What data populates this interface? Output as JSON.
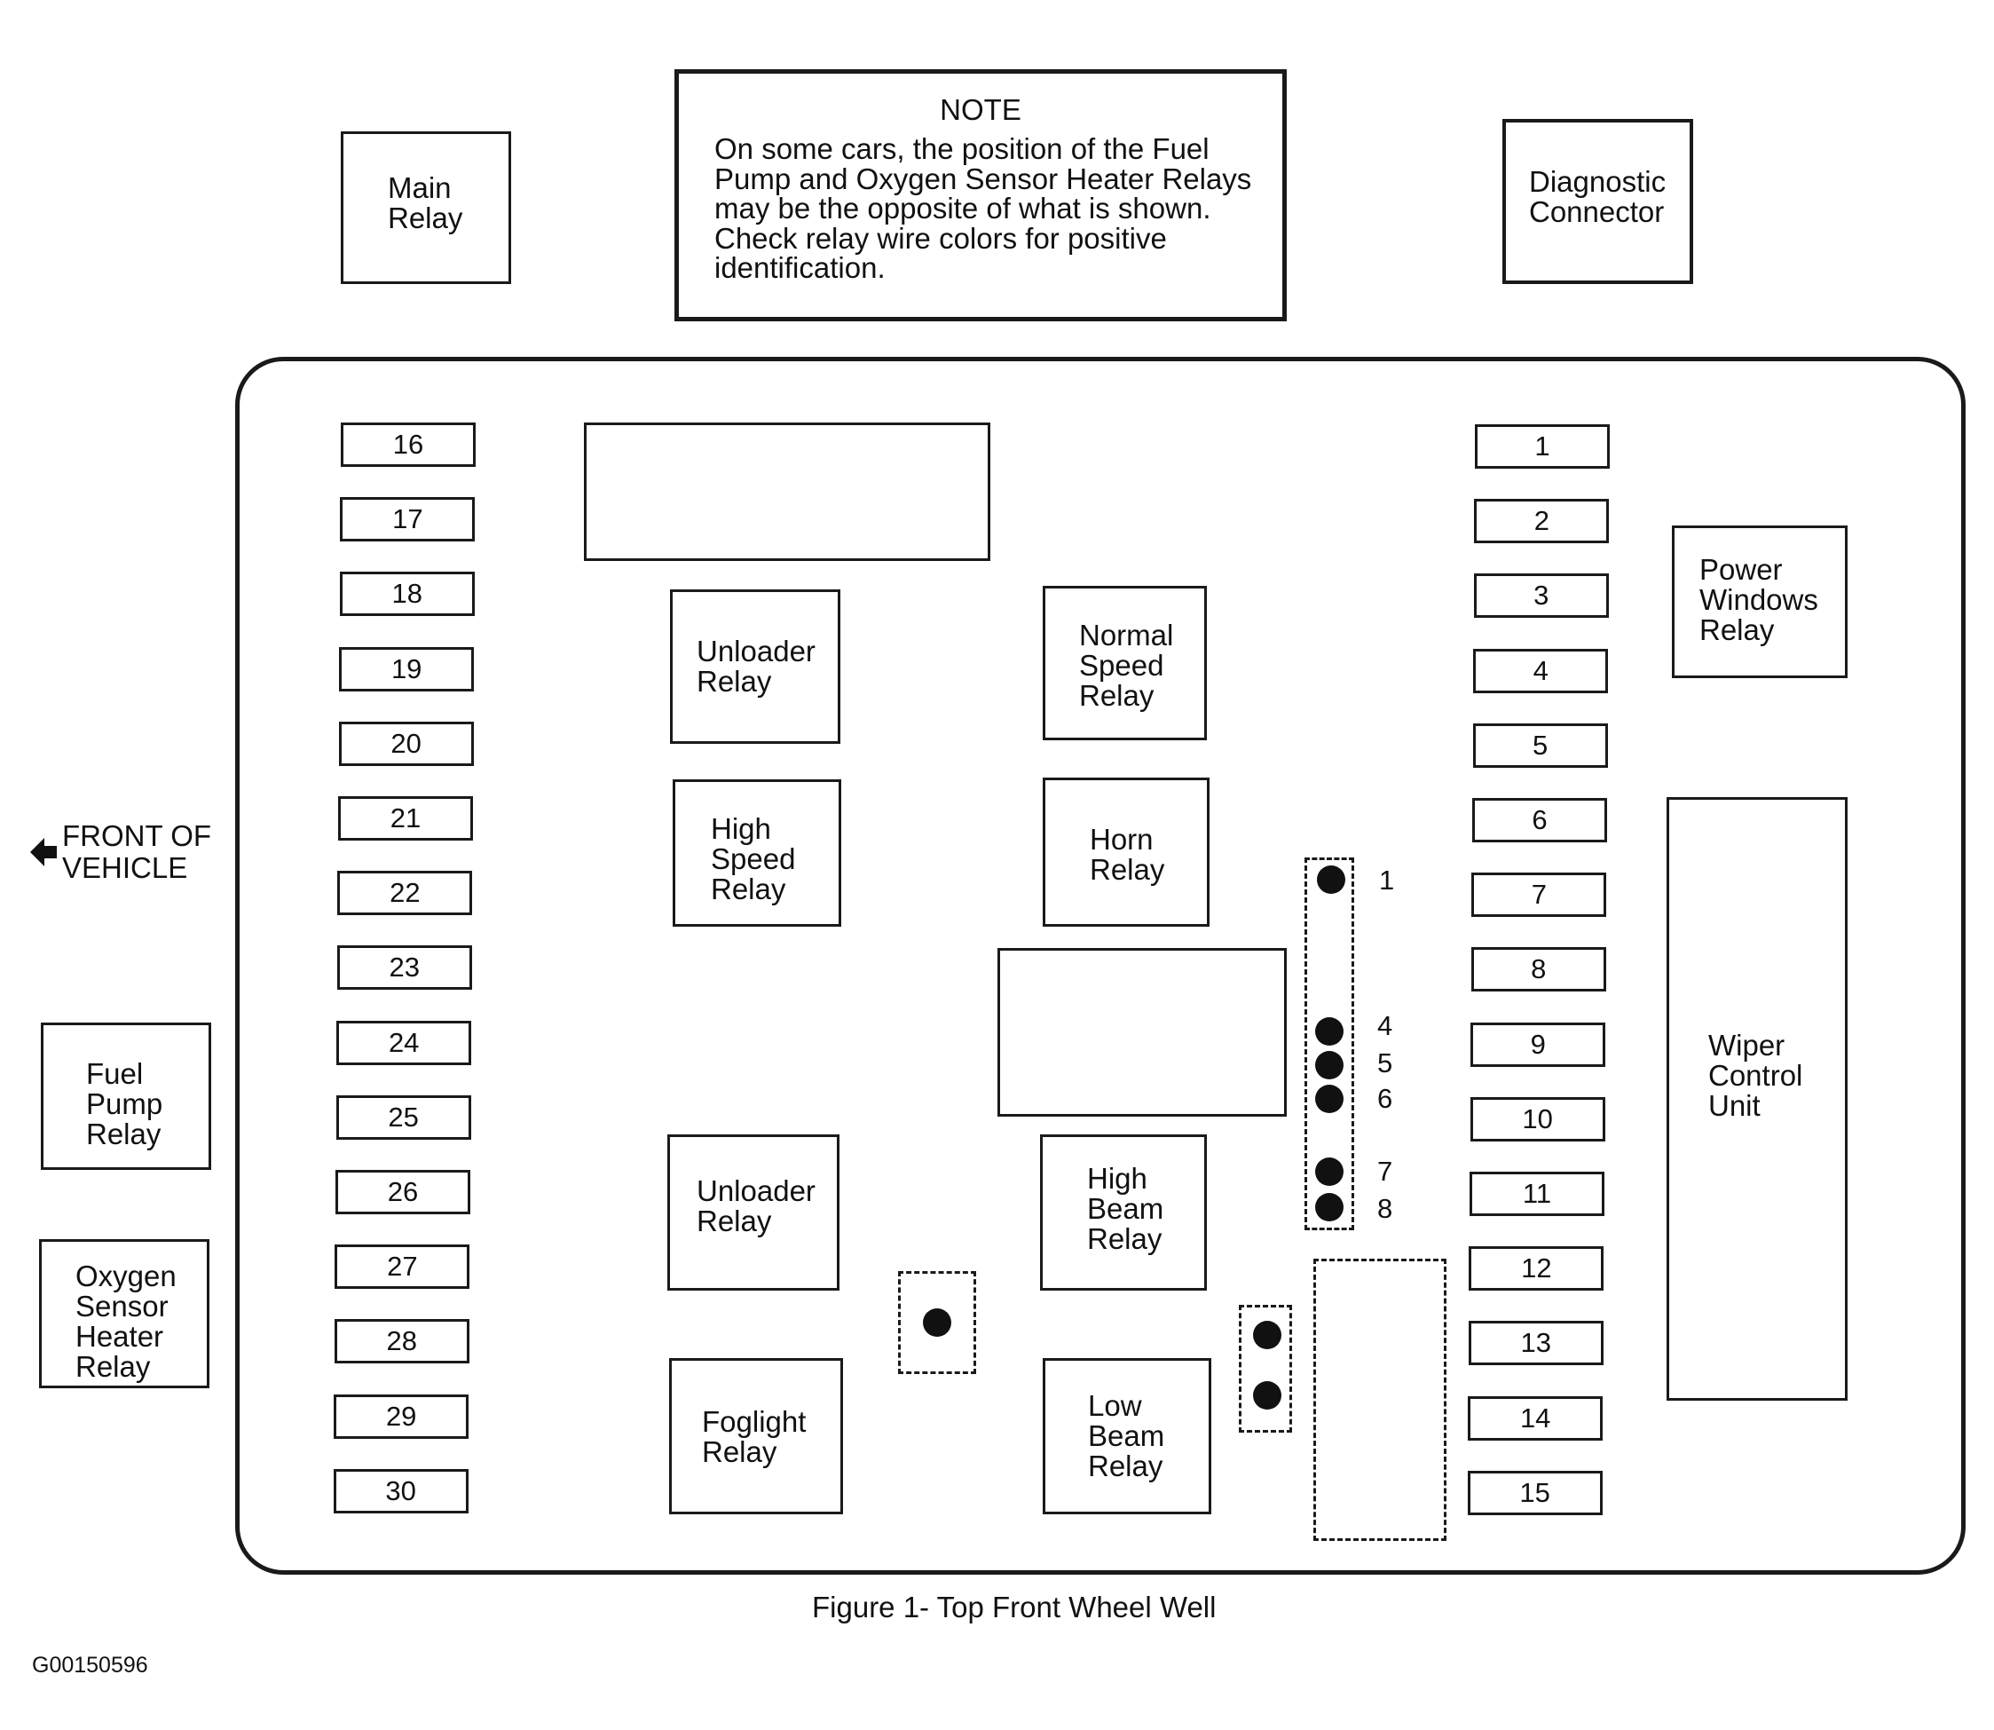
{
  "note": {
    "title": "NOTE",
    "text": "On some cars, the position of the Fuel\nPump and Oxygen Sensor Heater Relays\nmay be the opposite of what is shown.\nCheck relay wire colors for positive\nidentification."
  },
  "external_relays": {
    "main_relay": "Main\nRelay",
    "diagnostic_connector": "Diagnostic\nConnector",
    "fuel_pump_relay": "Fuel\nPump\nRelay",
    "oxygen_sensor_heater_relay": "Oxygen\nSensor\nHeater\nRelay"
  },
  "front_of_vehicle": "FRONT OF\nVEHICLE",
  "panel_relays": {
    "unloader_relay_upper": "Unloader\nRelay",
    "normal_speed_relay": "Normal\nSpeed\nRelay",
    "high_speed_relay": "High\nSpeed\nRelay",
    "horn_relay": "Horn\nRelay",
    "unloader_relay_lower": "Unloader\nRelay",
    "high_beam_relay": "High\nBeam\nRelay",
    "foglight_relay": "Foglight\nRelay",
    "low_beam_relay": "Low\nBeam\nRelay",
    "power_windows_relay": "Power\nWindows\nRelay",
    "wiper_control_unit": "Wiper\nControl\nUnit"
  },
  "fuses_left": [
    "16",
    "17",
    "18",
    "19",
    "20",
    "21",
    "22",
    "23",
    "24",
    "25",
    "26",
    "27",
    "28",
    "29",
    "30"
  ],
  "fuses_right": [
    "1",
    "2",
    "3",
    "4",
    "5",
    "6",
    "7",
    "8",
    "9",
    "10",
    "11",
    "12",
    "13",
    "14",
    "15"
  ],
  "connector_pins": [
    "1",
    "4",
    "5",
    "6",
    "7",
    "8"
  ],
  "caption": "Figure 1- Top Front Wheel Well",
  "figure_code": "G00150596"
}
